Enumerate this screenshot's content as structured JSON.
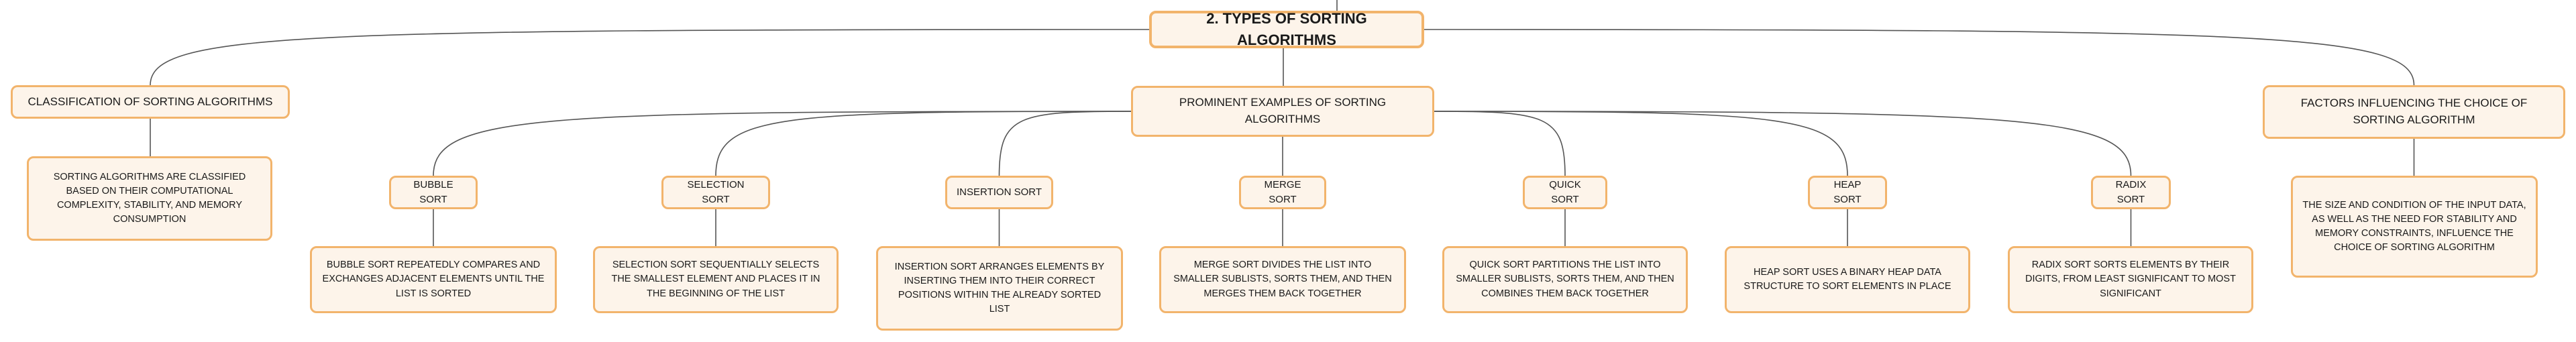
{
  "root": "2. TYPES OF SORTING ALGORITHMS",
  "branches": {
    "classification": {
      "title": "CLASSIFICATION OF SORTING ALGORITHMS",
      "description": "SORTING ALGORITHMS ARE CLASSIFIED BASED ON THEIR COMPUTATIONAL COMPLEXITY, STABILITY, AND MEMORY CONSUMPTION"
    },
    "examples": {
      "title": "PROMINENT EXAMPLES OF SORTING ALGORITHMS",
      "items": [
        {
          "name": "BUBBLE SORT",
          "description": "BUBBLE SORT REPEATEDLY COMPARES AND EXCHANGES ADJACENT ELEMENTS UNTIL THE LIST IS SORTED"
        },
        {
          "name": "SELECTION SORT",
          "description": "SELECTION SORT SEQUENTIALLY SELECTS THE SMALLEST ELEMENT AND PLACES IT IN THE BEGINNING OF THE LIST"
        },
        {
          "name": "INSERTION SORT",
          "description": "INSERTION SORT ARRANGES ELEMENTS BY INSERTING THEM INTO THEIR CORRECT POSITIONS WITHIN THE ALREADY SORTED LIST"
        },
        {
          "name": "MERGE SORT",
          "description": "MERGE SORT DIVIDES THE LIST INTO SMALLER SUBLISTS, SORTS THEM, AND THEN MERGES THEM BACK TOGETHER"
        },
        {
          "name": "QUICK SORT",
          "description": "QUICK SORT PARTITIONS THE LIST INTO SMALLER SUBLISTS, SORTS THEM, AND THEN COMBINES THEM BACK TOGETHER"
        },
        {
          "name": "HEAP SORT",
          "description": "HEAP SORT USES A BINARY HEAP DATA STRUCTURE TO SORT ELEMENTS IN PLACE"
        },
        {
          "name": "RADIX SORT",
          "description": "RADIX SORT SORTS ELEMENTS BY THEIR DIGITS, FROM LEAST SIGNIFICANT TO MOST SIGNIFICANT"
        }
      ]
    },
    "factors": {
      "title": "FACTORS INFLUENCING THE CHOICE OF SORTING ALGORITHM",
      "description": "THE SIZE AND CONDITION OF THE INPUT DATA, AS WELL AS THE NEED FOR STABILITY AND MEMORY CONSTRAINTS, INFLUENCE THE CHOICE OF SORTING ALGORITHM"
    }
  },
  "colors": {
    "node_fill": "#fdf4ea",
    "node_border": "#f2b46c",
    "connector": "#555555",
    "text": "#1a1a1a"
  }
}
